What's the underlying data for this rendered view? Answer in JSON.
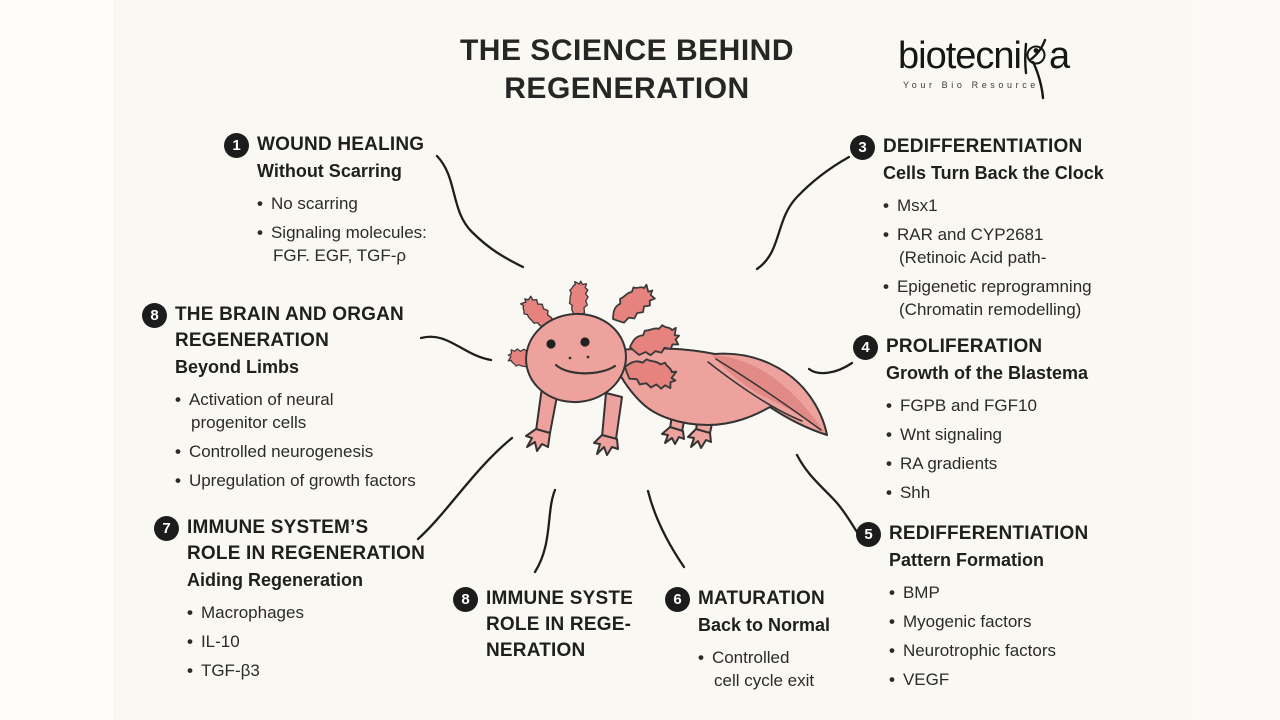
{
  "title": {
    "lines": [
      "THE SCIENCE BEHIND",
      "REGENERATION"
    ]
  },
  "logo": {
    "text_before_k": "biotecni",
    "text_after_k": "a",
    "tagline": "Your Bio Resource"
  },
  "colors": {
    "background": "#faf8f2",
    "ink": "#242424",
    "badge": "#1c1c1c",
    "axolotl_body": "#eda29d",
    "axolotl_gills": "#e6837e",
    "axolotl_fin": "#e28b86",
    "outline": "#333333"
  },
  "illustration": {
    "subject": "axolotl-cartoon"
  },
  "sections": [
    {
      "number": "1",
      "title_lines": [
        "WOUND HEALING"
      ],
      "subtitle": "Without Scarring",
      "bullets": [
        [
          "No scarring"
        ],
        [
          "Signaling molecules:",
          "FGF. EGF, TGF-ρ"
        ]
      ]
    },
    {
      "number": "8",
      "title_lines": [
        "THE BRAIN AND ORGAN",
        "REGENERATION"
      ],
      "subtitle": "Beyond Limbs",
      "bullets": [
        [
          "Activation of neural",
          "progenitor cells"
        ],
        [
          "Controlled neurogenesis"
        ],
        [
          "Upregulation of growth factors"
        ]
      ]
    },
    {
      "number": "7",
      "title_lines": [
        "IMMUNE SYSTEM’S",
        "ROLE IN REGENERATION"
      ],
      "subtitle": "Aiding Regeneration",
      "bullets": [
        [
          "Macrophages"
        ],
        [
          "IL-10"
        ],
        [
          "TGF-β3"
        ]
      ]
    },
    {
      "number": "8",
      "title_lines": [
        "IMMUNE SYSTE",
        "ROLE IN REGE-",
        "NERATION"
      ],
      "subtitle": "",
      "bullets": []
    },
    {
      "number": "6",
      "title_lines": [
        "MATURATION"
      ],
      "subtitle": "Back to Normal",
      "bullets": [
        [
          "Controlled",
          "cell cycle exit"
        ]
      ]
    },
    {
      "number": "3",
      "title_lines": [
        "DEDIFFERENTIATION"
      ],
      "subtitle": "Cells Turn Back the Clock",
      "bullets": [
        [
          "Msx1"
        ],
        [
          "RAR and CYP2681",
          "(Retinoic Acid path-"
        ],
        [
          "Epigenetic reprogramning",
          "(Chromatin remodelling)"
        ]
      ]
    },
    {
      "number": "4",
      "title_lines": [
        "PROLIFERATION"
      ],
      "subtitle": "Growth of the Blastema",
      "bullets": [
        [
          "FGPB and FGF10"
        ],
        [
          "Wnt signaling"
        ],
        [
          "RA gradients"
        ],
        [
          "Shh"
        ]
      ]
    },
    {
      "number": "5",
      "title_lines": [
        "REDIFFERENTIATION"
      ],
      "subtitle": "Pattern Formation",
      "bullets": [
        [
          "BMP"
        ],
        [
          "Myogenic factors"
        ],
        [
          "Neurotrophic factors"
        ],
        [
          "VEGF"
        ]
      ]
    }
  ]
}
